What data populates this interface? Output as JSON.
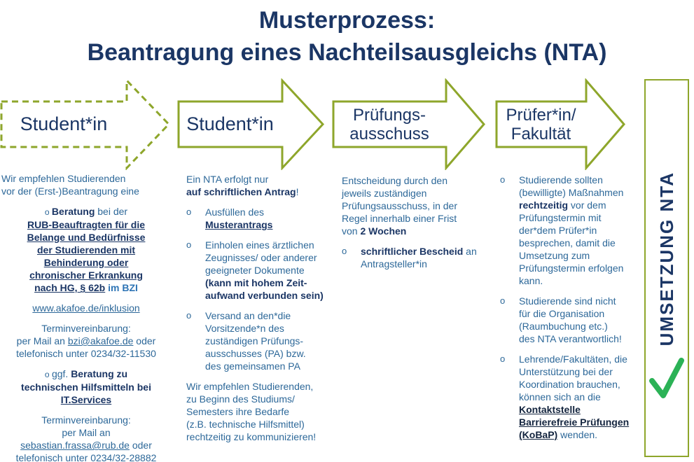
{
  "colors": {
    "navy": "#1B3665",
    "body": "#2D6899",
    "accent": "#2E74B5",
    "olive": "#8EA62B",
    "check": "#2BB256",
    "dark-link": "#13243E"
  },
  "title": {
    "line1": "Musterprozess:",
    "line2": "Beantragung eines Nachteilsausgleichs (NTA)"
  },
  "arrows": [
    {
      "label": "Student*in",
      "style": "dashed"
    },
    {
      "label": "Student*in",
      "style": "solid"
    },
    {
      "label": "Prüfungs-\nausschuss",
      "style": "solid"
    },
    {
      "label": "Prüfer*in/\nFakultät",
      "style": "solid"
    }
  ],
  "bullet_char": "o",
  "right_panel": {
    "label": "UMSETZUNG NTA",
    "icon": "check-icon"
  },
  "columns": [
    {
      "name": "student-beratung",
      "blocks": [
        {
          "align": "left",
          "segments": [
            {
              "text": "Wir empfehlen Studierenden"
            },
            {
              "br": true
            },
            {
              "text": "vor der (Erst-)Beantragung eine"
            }
          ]
        },
        {
          "align": "center",
          "segments": [
            {
              "text": "o  ",
              "style": "bul"
            },
            {
              "text": "Beratung",
              "style": "b"
            },
            {
              "text": " bei der"
            },
            {
              "br": true
            },
            {
              "text": "RUB-Beauftragten für die",
              "style": "bu",
              "link": true,
              "name": "link-rub-beauftragte"
            },
            {
              "br": true
            },
            {
              "text": "Belange und Bedürfnisse",
              "style": "bu",
              "link": true
            },
            {
              "br": true
            },
            {
              "text": "der Studierenden mit",
              "style": "bu",
              "link": true
            },
            {
              "br": true
            },
            {
              "text": "Behinderung oder",
              "style": "bu",
              "link": true
            },
            {
              "br": true
            },
            {
              "text": "chronischer Erkrankung",
              "style": "bu",
              "link": true
            },
            {
              "br": true
            },
            {
              "text": "nach HG, § 62b",
              "style": "bu",
              "link": true
            },
            {
              "text": " im BZI",
              "style": "bb"
            }
          ]
        },
        {
          "align": "center",
          "segments": [
            {
              "text": "www.akafoe.de/inklusion",
              "style": "link",
              "link": true,
              "name": "link-akafoe-inklusion"
            }
          ]
        },
        {
          "align": "center",
          "segments": [
            {
              "text": "Terminvereinbarung:"
            },
            {
              "br": true
            },
            {
              "text": "per Mail an "
            },
            {
              "text": "bzi@akafoe.de",
              "style": "link",
              "link": true,
              "name": "link-bzi-email"
            },
            {
              "text": " oder"
            },
            {
              "br": true
            },
            {
              "text": "telefonisch unter 0234/32-11530"
            }
          ]
        },
        {
          "align": "center",
          "segments": [
            {
              "text": "o  ",
              "style": "bul"
            },
            {
              "text": "ggf. "
            },
            {
              "text": "Beratung zu",
              "style": "b"
            },
            {
              "br": true
            },
            {
              "text": "technischen Hilfsmitteln bei",
              "style": "b"
            },
            {
              "br": true
            },
            {
              "text": "IT.Services",
              "style": "bu",
              "link": true,
              "name": "link-it-services"
            }
          ]
        },
        {
          "align": "center",
          "segments": [
            {
              "text": "Terminvereinbarung:"
            },
            {
              "br": true
            },
            {
              "text": "per Mail an"
            },
            {
              "br": true
            },
            {
              "text": "sebastian.frassa@rub.de",
              "style": "link",
              "link": true,
              "name": "link-frassa-email"
            },
            {
              "text": " oder"
            },
            {
              "br": true
            },
            {
              "text": "telefonisch unter 0234/32-28882"
            }
          ]
        }
      ]
    },
    {
      "name": "antrag",
      "blocks": [
        {
          "align": "left",
          "segments": [
            {
              "text": "Ein NTA erfolgt nur"
            },
            {
              "br": true
            },
            {
              "text": "auf schriftlichen Antrag",
              "style": "b"
            },
            {
              "text": "!"
            }
          ]
        },
        {
          "align": "left",
          "bullet": true,
          "segments": [
            {
              "text": "Ausfüllen des"
            },
            {
              "br": true
            },
            {
              "text": "Musterantrags",
              "style": "bu",
              "link": true,
              "name": "link-musterantrag"
            }
          ]
        },
        {
          "align": "left",
          "bullet": true,
          "segments": [
            {
              "text": "Einholen eines ärztlichen"
            },
            {
              "br": true
            },
            {
              "text": "Zeugnisses/ oder anderer"
            },
            {
              "br": true
            },
            {
              "text": "geeigneter Dokumente"
            },
            {
              "br": true
            },
            {
              "text": "(kann mit hohem Zeit-",
              "style": "b"
            },
            {
              "br": true
            },
            {
              "text": "aufwand verbunden sein)",
              "style": "b"
            }
          ]
        },
        {
          "align": "left",
          "bullet": true,
          "segments": [
            {
              "text": "Versand an den*die"
            },
            {
              "br": true
            },
            {
              "text": "Vorsitzende*n des"
            },
            {
              "br": true
            },
            {
              "text": "zuständigen Prüfungs-"
            },
            {
              "br": true
            },
            {
              "text": "ausschusses (PA) bzw."
            },
            {
              "br": true
            },
            {
              "text": "des gemeinsamen PA"
            }
          ]
        },
        {
          "align": "left",
          "segments": [
            {
              "text": "Wir empfehlen Studierenden,"
            },
            {
              "br": true
            },
            {
              "text": "zu Beginn des Studiums/"
            },
            {
              "br": true
            },
            {
              "text": "Semesters ihre Bedarfe"
            },
            {
              "br": true
            },
            {
              "text": "(z.B. technische Hilfsmittel)"
            },
            {
              "br": true
            },
            {
              "text": "rechtzeitig zu kommunizieren!"
            }
          ]
        }
      ]
    },
    {
      "name": "pruefungsausschuss",
      "blocks": [
        {
          "align": "left",
          "segments": [
            {
              "text": "Entscheidung durch den"
            },
            {
              "br": true
            },
            {
              "text": "jeweils zuständigen"
            },
            {
              "br": true
            },
            {
              "text": "Prüfungsausschuss, in der"
            },
            {
              "br": true
            },
            {
              "text": "Regel innerhalb einer Frist"
            },
            {
              "br": true
            },
            {
              "text": "von "
            },
            {
              "text": "2 Wochen",
              "style": "b"
            }
          ]
        },
        {
          "align": "left",
          "bullet": true,
          "segments": [
            {
              "text": "schriftlicher Bescheid",
              "style": "b"
            },
            {
              "text": " an"
            },
            {
              "br": true
            },
            {
              "text": "Antragsteller*in"
            }
          ]
        }
      ]
    },
    {
      "name": "pruefer-fakultaet",
      "blocks": [
        {
          "align": "left",
          "bullet": true,
          "segments": [
            {
              "text": "Studierende sollten"
            },
            {
              "br": true
            },
            {
              "text": "(bewilligte) Maßnahmen"
            },
            {
              "br": true
            },
            {
              "text": "rechtzeitig",
              "style": "b"
            },
            {
              "text": " vor dem"
            },
            {
              "br": true
            },
            {
              "text": "Prüfungstermin mit"
            },
            {
              "br": true
            },
            {
              "text": "der*dem  Prüfer*in"
            },
            {
              "br": true
            },
            {
              "text": "besprechen, damit die"
            },
            {
              "br": true
            },
            {
              "text": "Umsetzung zum"
            },
            {
              "br": true
            },
            {
              "text": "Prüfungstermin erfolgen"
            },
            {
              "br": true
            },
            {
              "text": "kann."
            }
          ]
        },
        {
          "align": "left",
          "bullet": true,
          "segments": [
            {
              "text": "Studierende sind nicht"
            },
            {
              "br": true
            },
            {
              "text": "für die Organisation"
            },
            {
              "br": true
            },
            {
              "text": "(Raumbuchung etc.)"
            },
            {
              "br": true
            },
            {
              "text": "des NTA verantwortlich!"
            }
          ]
        },
        {
          "align": "left",
          "bullet": true,
          "segments": [
            {
              "text": "Lehrende/Fakultäten, die"
            },
            {
              "br": true
            },
            {
              "text": "Unterstützung bei der"
            },
            {
              "br": true
            },
            {
              "text": "Koordination brauchen,"
            },
            {
              "br": true
            },
            {
              "text": "können sich an die"
            },
            {
              "br": true
            },
            {
              "text": "Kontaktstelle",
              "style": "blink",
              "link": true,
              "name": "link-kobap"
            },
            {
              "br": true
            },
            {
              "text": "Barrierefreie Prüfungen",
              "style": "blink",
              "link": true
            },
            {
              "br": true
            },
            {
              "text": "(KoBaP)",
              "style": "blink",
              "link": true
            },
            {
              "text": " wenden."
            }
          ]
        }
      ]
    }
  ]
}
